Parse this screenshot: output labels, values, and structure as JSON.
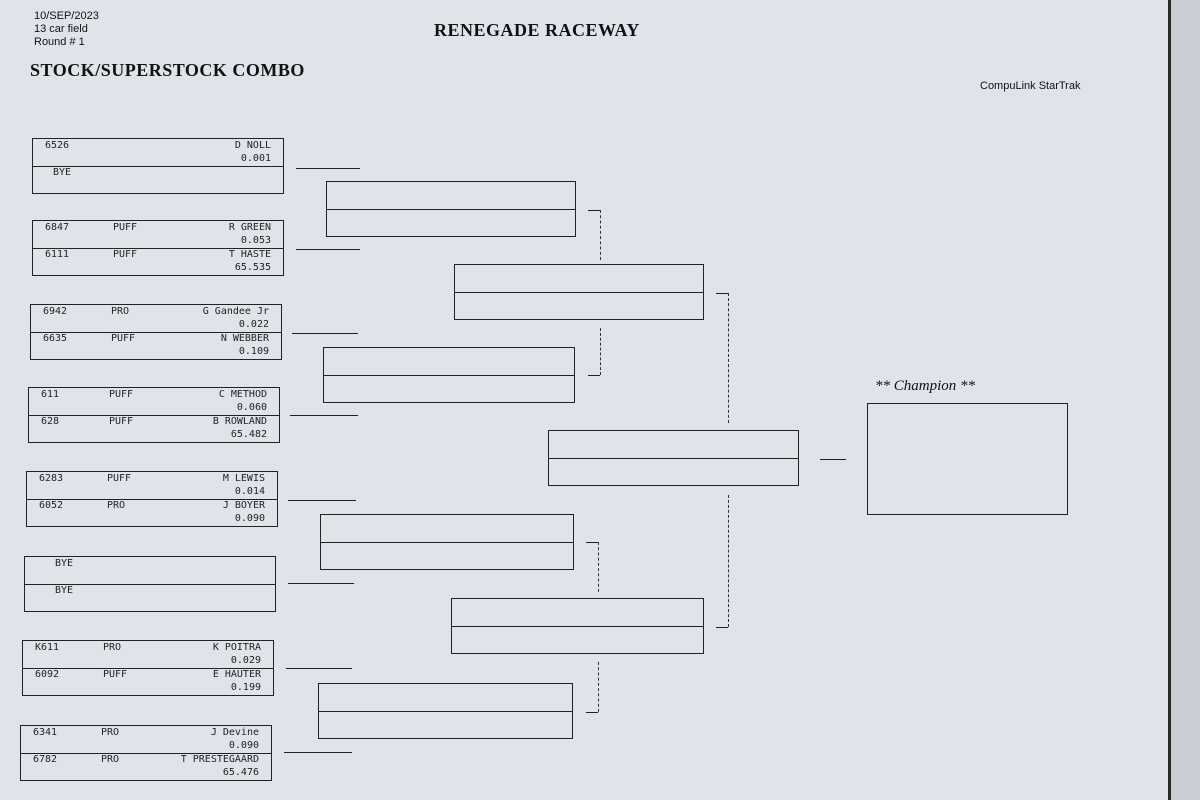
{
  "header": {
    "date": "10/SEP/2023",
    "field": "13 car field",
    "round": "Round # 1",
    "track": "RENEGADE RACEWAY",
    "class_title": "STOCK/SUPERSTOCK COMBO",
    "vendor": "CompuLink StarTrak"
  },
  "round1": [
    {
      "a": {
        "num": "6526",
        "cls": "",
        "name": "D NOLL",
        "et": "0.001"
      },
      "b": {
        "bye": "BYE"
      }
    },
    {
      "a": {
        "num": "6847",
        "cls": "PUFF",
        "name": "R GREEN",
        "et": "0.053"
      },
      "b": {
        "num": "6111",
        "cls": "PUFF",
        "name": "T HASTE",
        "et": "65.535"
      }
    },
    {
      "a": {
        "num": "6942",
        "cls": "PRO",
        "name": "G Gandee Jr",
        "et": "0.022"
      },
      "b": {
        "num": "6635",
        "cls": "PUFF",
        "name": "N WEBBER",
        "et": "0.109"
      }
    },
    {
      "a": {
        "num": "611",
        "cls": "PUFF",
        "name": "C METHOD",
        "et": "0.060"
      },
      "b": {
        "num": "628",
        "cls": "PUFF",
        "name": "B ROWLAND",
        "et": "65.482"
      }
    },
    {
      "a": {
        "num": "6283",
        "cls": "PUFF",
        "name": "M LEWIS",
        "et": "0.014"
      },
      "b": {
        "num": "6052",
        "cls": "PRO",
        "name": "J BOYER",
        "et": "0.090"
      }
    },
    {
      "a": {
        "bye": "BYE"
      },
      "b": {
        "bye": "BYE"
      }
    },
    {
      "a": {
        "num": "K611",
        "cls": "PRO",
        "name": "K POITRA",
        "et": "0.029"
      },
      "b": {
        "num": "6092",
        "cls": "PUFF",
        "name": "E HAUTER",
        "et": "0.199"
      }
    },
    {
      "a": {
        "num": "6341",
        "cls": "PRO",
        "name": "J Devine",
        "et": "0.090"
      },
      "b": {
        "num": "6782",
        "cls": "PRO",
        "name": "T PRESTEGAARD",
        "et": "65.476"
      }
    }
  ],
  "champion_label": "** Champion **"
}
